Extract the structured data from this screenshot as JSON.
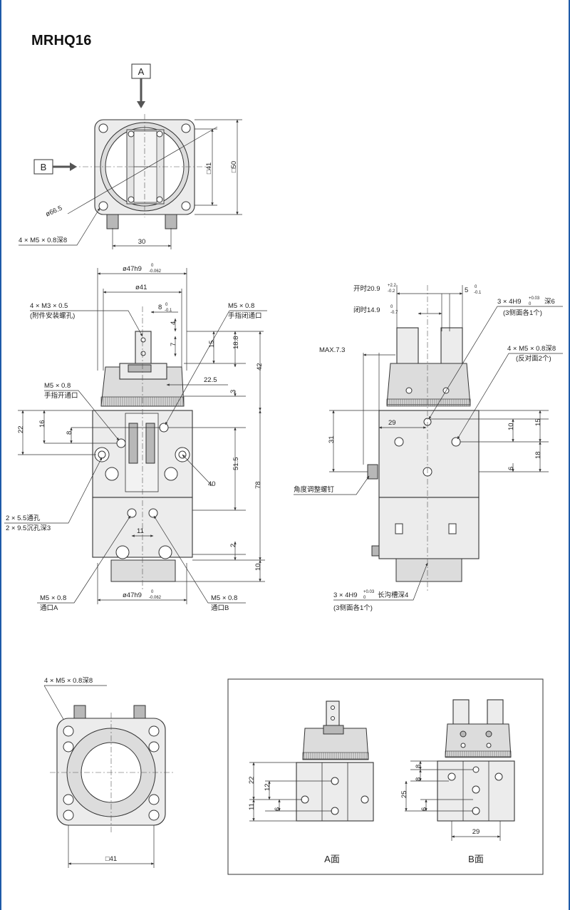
{
  "title": "MRHQ16",
  "top_view": {
    "arrow_a": "A",
    "arrow_b": "B",
    "dim_41": "□41",
    "dim_50": "□50",
    "dim_dia": "ø66.5",
    "dim_30": "30",
    "note_holes": "4 × M5 × 0.8深8"
  },
  "front_view": {
    "dim_47h9_top": "ø47h9",
    "tol_47_top_upper": "0",
    "tol_47_top_lower": "-0.062",
    "dim_41": "ø41",
    "note_m3": "4 × M3 × 0.5",
    "note_m3_sub": "(附件安装螺孔)",
    "dim_8": "8",
    "tol_8_upper": "0",
    "tol_8_lower": "-0.1",
    "dim_4": "4",
    "dim_7": "7",
    "note_m5_close": "M5 × 0.8",
    "note_m5_close_sub": "手指闭通口",
    "dim_15": "15",
    "dim_18_8": "18.8",
    "dim_42": "42",
    "dim_22_5": "22.5",
    "dim_3": "3",
    "note_m5_open": "M5 × 0.8",
    "note_m5_open_sub": "手指开通口",
    "dim_22": "22",
    "dim_16": "16",
    "dim_8b": "8",
    "dim_51_5": "51.5",
    "dim_78": "78",
    "dim_40": "40",
    "note_through": "2 × 5.5通孔",
    "note_counter": "2 × 9.5沉孔深3",
    "dim_11": "11",
    "dim_2": "2",
    "dim_10": "10",
    "note_port_a": "M5 × 0.8",
    "note_port_a_sub": "通口A",
    "dim_47h9_bottom": "ø47h9",
    "tol_47_bot_upper": "0",
    "tol_47_bot_lower": "-0.062",
    "note_port_b": "M5 × 0.8",
    "note_port_b_sub": "通口B"
  },
  "side_view": {
    "dim_open": "开时20.9",
    "tol_open_upper": "+2.2",
    "tol_open_lower": "-0.2",
    "dim_5": "5",
    "tol_5_upper": "0",
    "tol_5_lower": "-0.1",
    "dim_close": "闭时14.9",
    "tol_close_upper": "0",
    "tol_close_lower": "-0.7",
    "note_4h9": "3 × 4H9",
    "tol_4h9_upper": "+0.03",
    "tol_4h9_lower": "0",
    "note_4h9_depth": "深6",
    "note_4h9_sub": "(3侧面各1个)",
    "dim_max": "MAX.7.3",
    "note_m5_opp": "4 × M5 × 0.8深8",
    "note_m5_opp_sub": "(反对面2个)",
    "dim_29": "29",
    "dim_10": "10",
    "dim_15": "15",
    "dim_31": "31",
    "dim_18": "18",
    "dim_6": "6",
    "note_angle": "角度调整螺钉",
    "note_slot": "3 × 4H9",
    "tol_slot_upper": "+0.03",
    "tol_slot_lower": "0",
    "note_slot_depth": "长沟槽深4",
    "note_slot_sub": "(3侧面各1个)"
  },
  "bottom_view": {
    "note_holes": "4 × M5 × 0.8深8",
    "dim_41": "□41"
  },
  "detail_box": {
    "dim_22": "22",
    "dim_12": "12",
    "dim_11": "11",
    "dim_6": "6",
    "label_a": "A面",
    "dim_8a": "8",
    "dim_8b": "8",
    "dim_25": "25",
    "dim_6b": "6",
    "dim_29": "29",
    "label_b": "B面"
  }
}
